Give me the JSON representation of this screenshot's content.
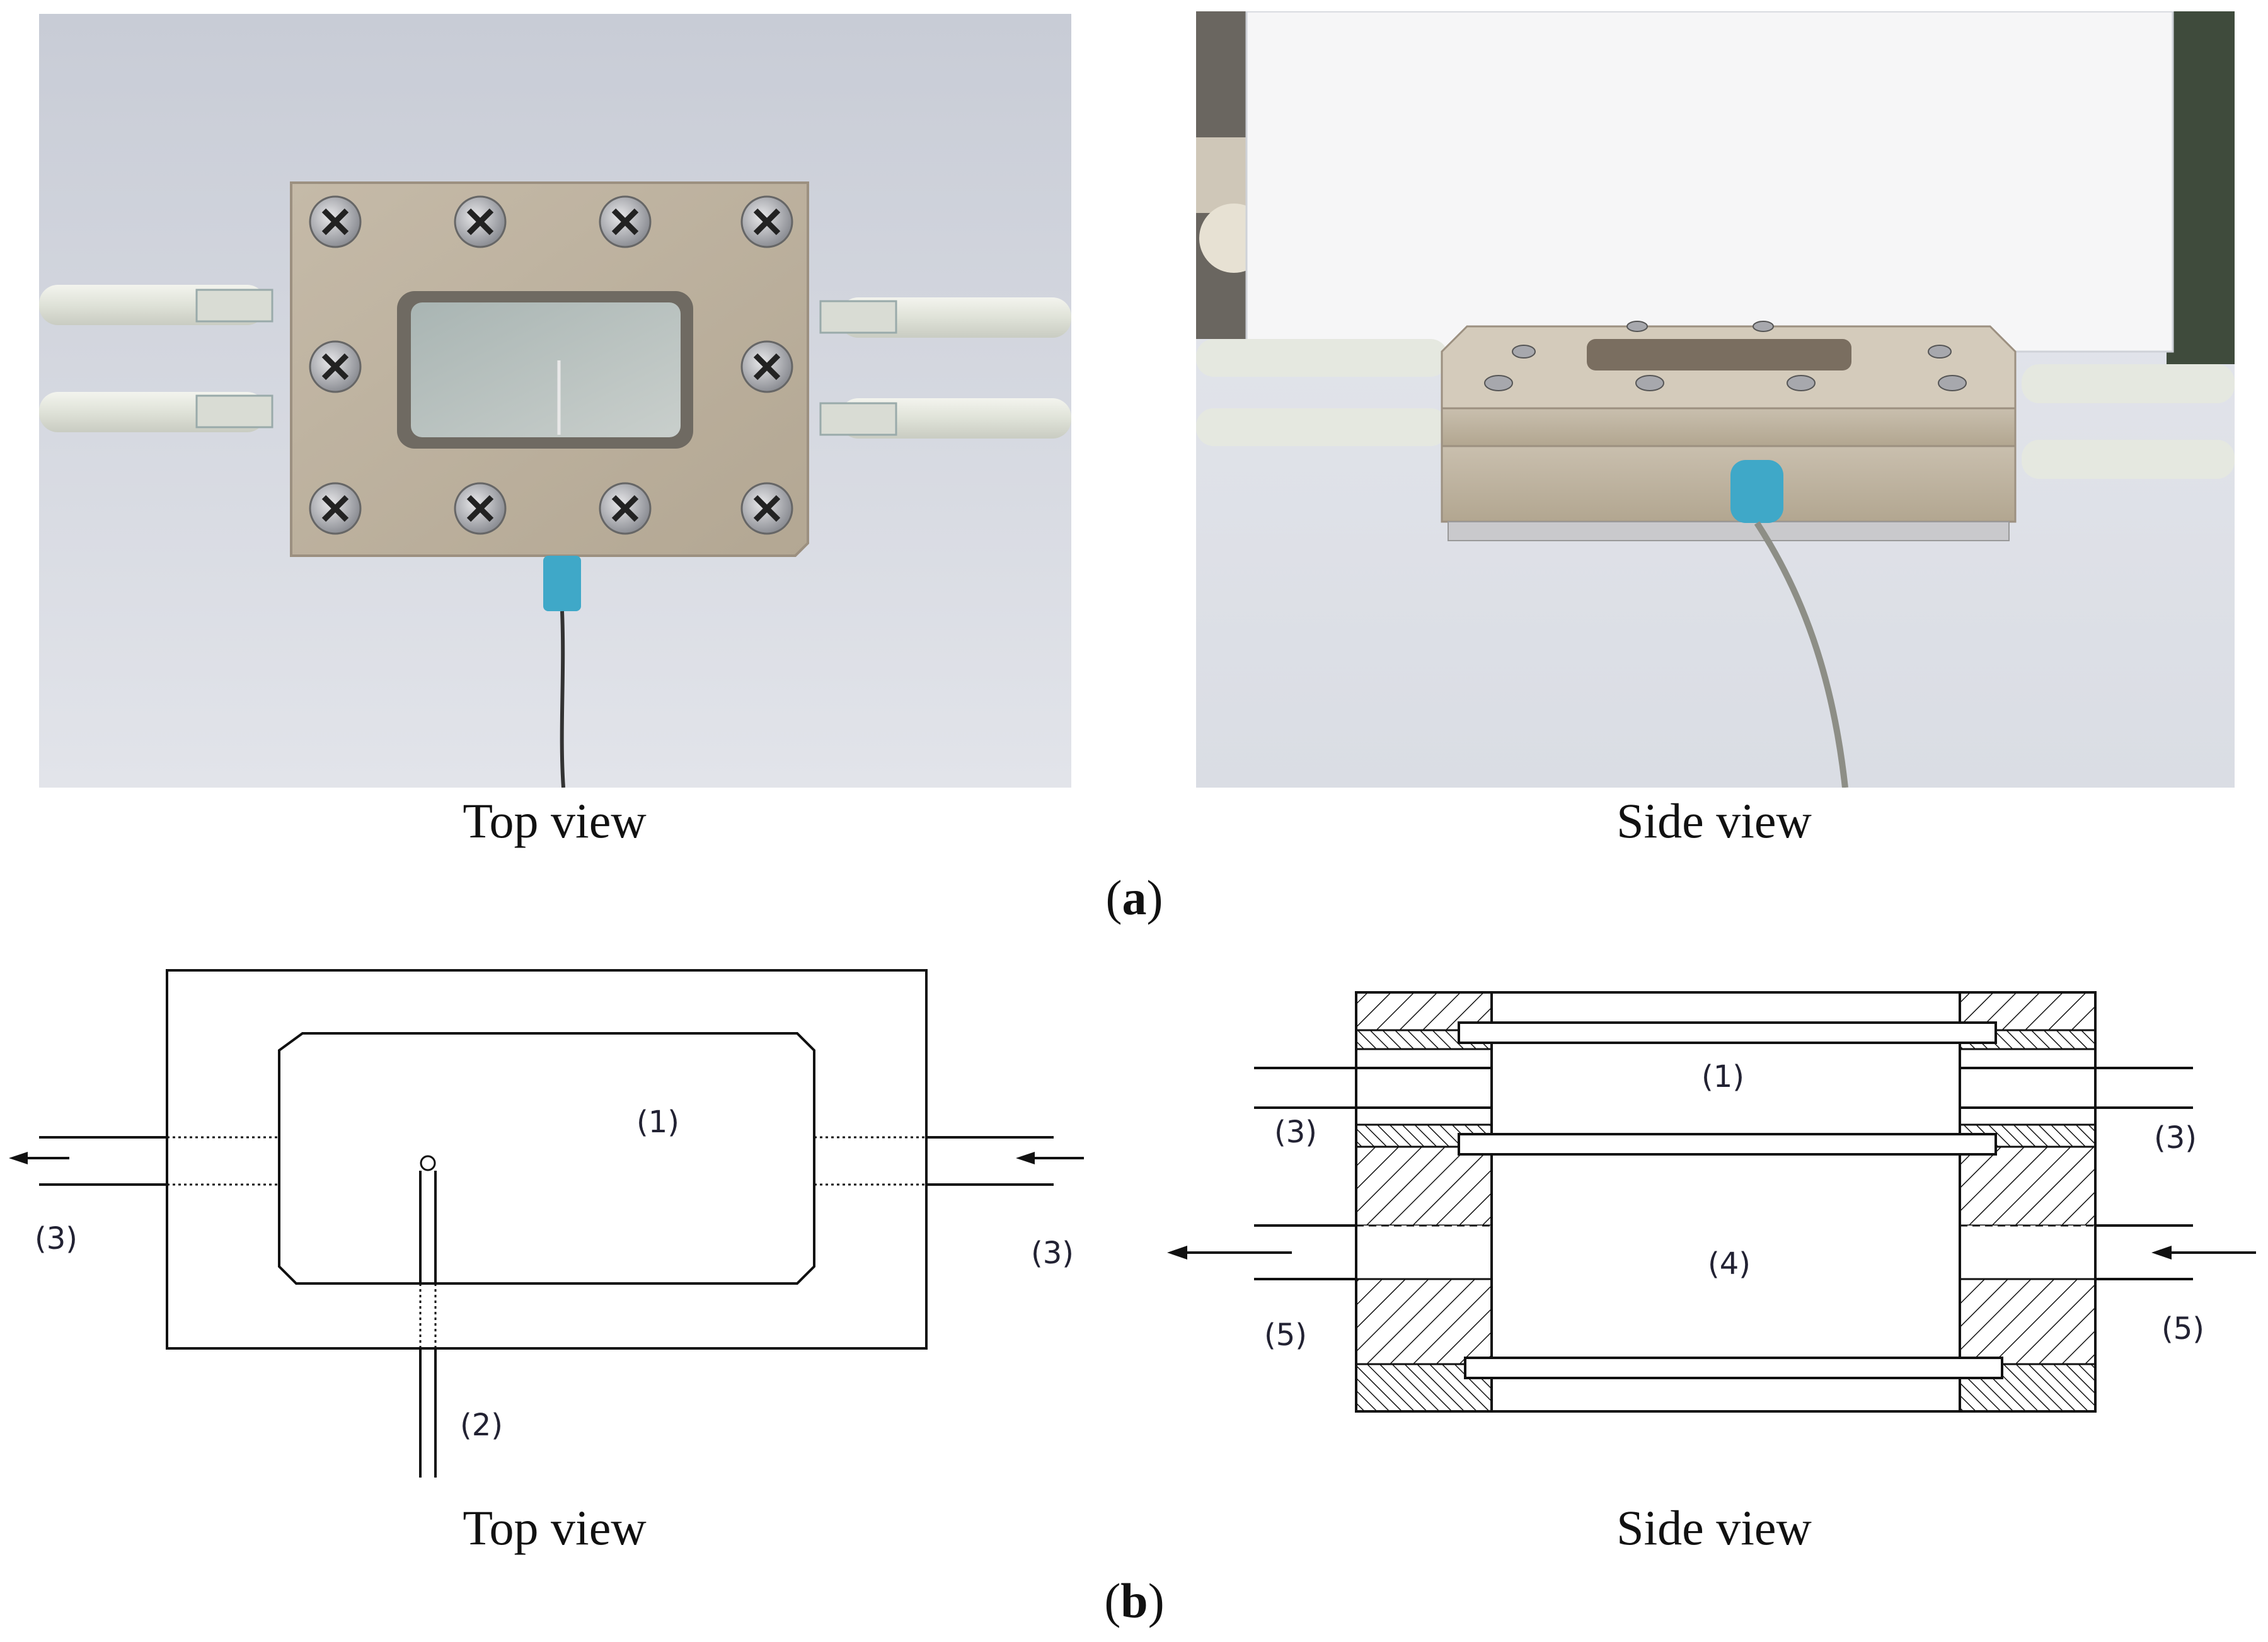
{
  "panel_a": {
    "top_photo": {
      "caption": "Top view"
    },
    "side_photo": {
      "caption": "Side view"
    },
    "letter": "a"
  },
  "panel_b": {
    "top_diagram": {
      "caption": "Top view",
      "labels": {
        "window": "(1)",
        "thermocouple": "(2)",
        "left_port": "(3)",
        "right_port": "(3)"
      }
    },
    "side_diagram": {
      "caption": "Side view",
      "labels": {
        "upper_chamber": "(1)",
        "lower_chamber": "(4)",
        "left_upper": "(3)",
        "right_upper": "(3)",
        "left_lower": "(5)",
        "right_lower": "(5)"
      }
    },
    "letter": "b"
  },
  "colors": {
    "cell_body": "#bdb1a0",
    "tube": "#e9ece6",
    "connector": "#3fa8c8",
    "background": "#ffffff"
  }
}
